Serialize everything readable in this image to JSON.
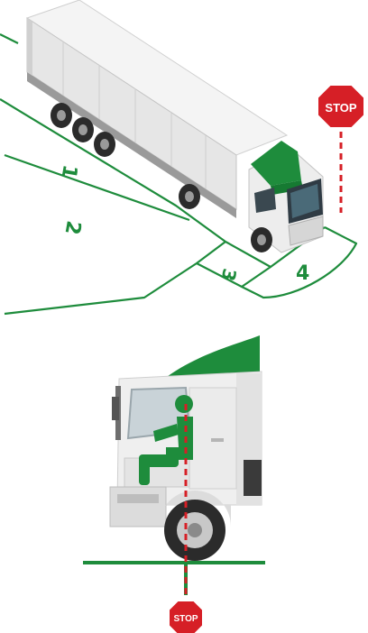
{
  "colors": {
    "green": "#1e8c3c",
    "dark_green": "#167a32",
    "stop_red": "#d61f26",
    "truck_white": "#f2f2f2",
    "truck_shade": "#d9d9d9",
    "tire": "#2b2b2b"
  },
  "top_view": {
    "stop_sign": {
      "label": "STOP",
      "icon": "octagon-stop-sign"
    },
    "zones": [
      {
        "label": "1"
      },
      {
        "label": "2"
      },
      {
        "label": "3"
      },
      {
        "label": "4"
      }
    ]
  },
  "side_view": {
    "stop_sign": {
      "label": "STOP",
      "icon": "octagon-stop-sign"
    },
    "driver_icon": "seated-driver-figure"
  }
}
